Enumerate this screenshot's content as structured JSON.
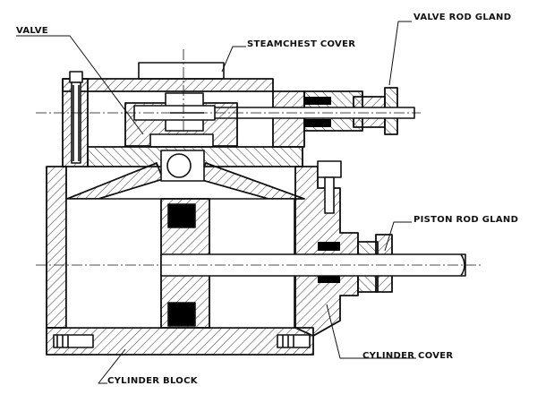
{
  "labels": {
    "valve": "VALVE",
    "steamchest_cover": "STEAMCHEST COVER",
    "valve_rod_gland": "VALVE ROD GLAND",
    "piston_rod_gland": "PISTON ROD GLAND",
    "cylinder_cover": "CYLINDER COVER",
    "cylinder_block": "CYLINDER BLOCK"
  },
  "colors": {
    "ink": "#111111",
    "hatch": "#333333",
    "packing": "#000000",
    "background": "#ffffff"
  }
}
